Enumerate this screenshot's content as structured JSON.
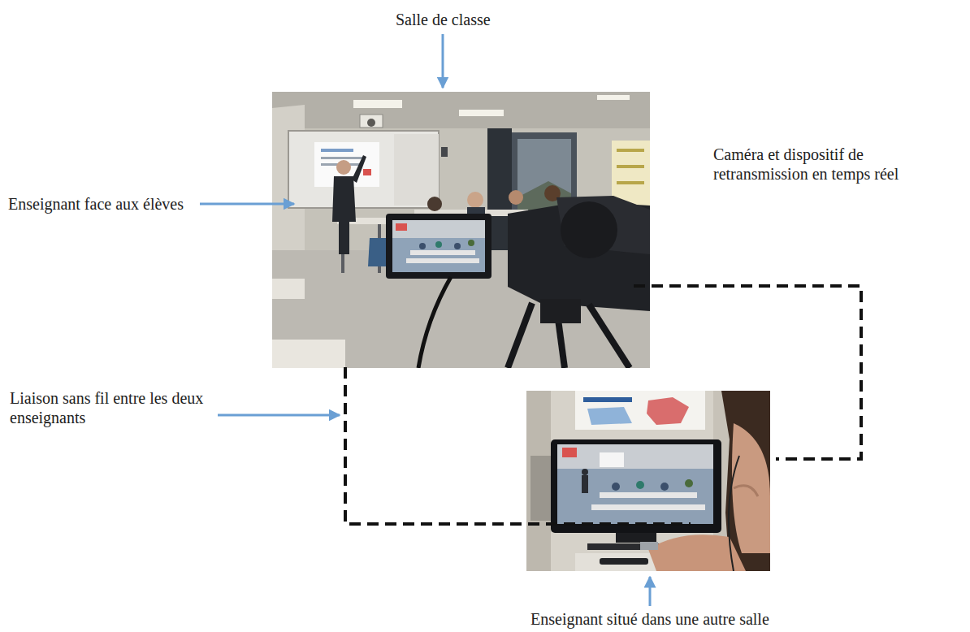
{
  "diagram": {
    "labels": [
      "Salle de classe",
      "Enseignant face aux élèves",
      "Caméra et dispositif de retransmission en temps réel",
      "Liaison sans fil entre les deux enseignants",
      "Enseignant situé dans une autre salle"
    ]
  }
}
